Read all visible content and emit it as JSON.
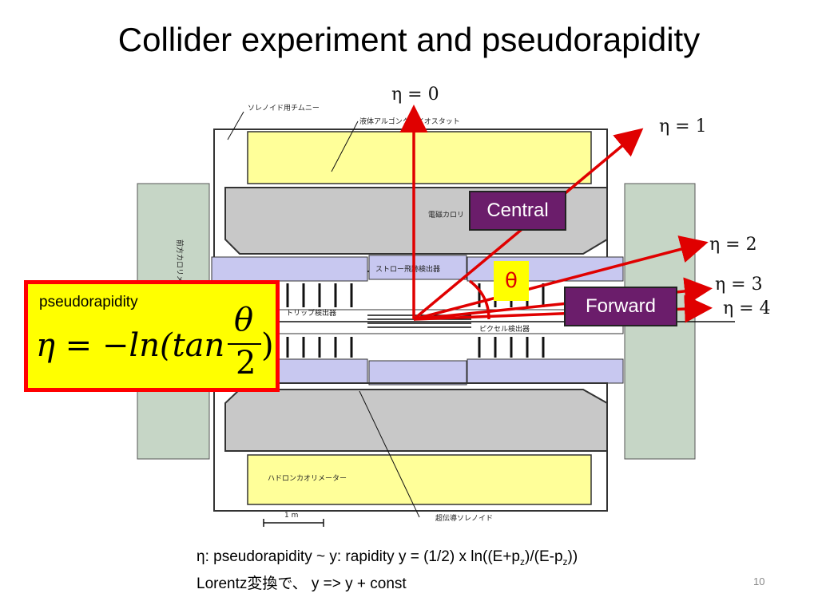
{
  "slide": {
    "title": "Collider experiment and pseudorapidity",
    "page_number": "10"
  },
  "diagram": {
    "jp_labels": {
      "solenoid_chimney": "ソレノイド用チムニー",
      "liquid_argon_cryostat": "液体アルゴンクライオスタット",
      "em_calorimeter": "電磁カロリ",
      "straw_tracker": "ストロー飛跡検出器",
      "strip_detector": "トリップ検出器",
      "pixel_detector": "ピクセル検出器",
      "hadron_calorimeter": "ハドロンカオリメーター",
      "superconducting_solenoid": "超伝導ソレノイド",
      "side_calorimeter": "前方カロリメーター",
      "scale": "1 m"
    },
    "eta_labels": [
      "η = 0",
      "η = 1",
      "η = 2",
      "η = 3",
      "η = 4"
    ],
    "central_label": "Central",
    "forward_label": "Forward",
    "theta_label": "θ",
    "colors": {
      "arrow": "#e00000",
      "yellow": "#ffff99",
      "gray": "#c8c8c8",
      "detector_blue": "#c8c8f0",
      "side_green": "#c6d6c6",
      "label_bg": "#6b1d6b"
    }
  },
  "formula": {
    "label": "pseudorapidity",
    "lhs": "η = −ln(tan",
    "numerator": "θ",
    "denominator": "2",
    "rhs": ")"
  },
  "footer": {
    "line1_a": "η: pseudorapidity  ~ y: rapidity   y = (1/2) x ln((E+p",
    "line1_sub1": "z",
    "line1_b": ")/(E-p",
    "line1_sub2": "z",
    "line1_c": "))",
    "line2": "Lorentz変換で、  y => y + const"
  }
}
